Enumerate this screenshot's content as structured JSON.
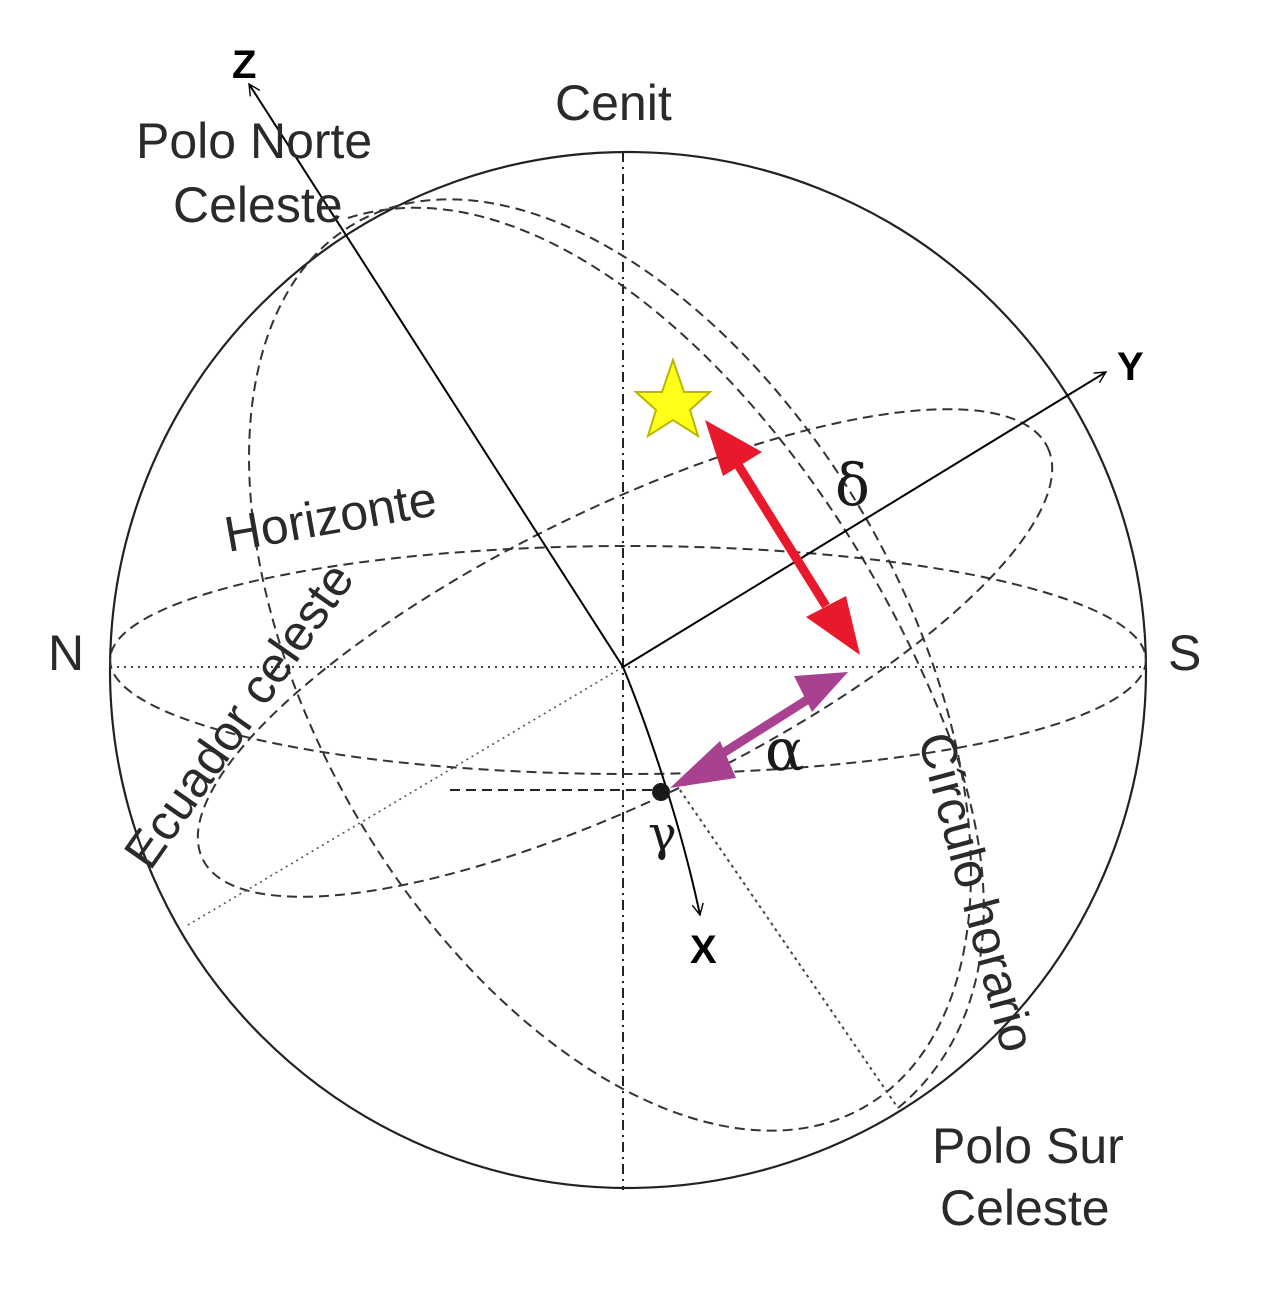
{
  "labels": {
    "zenith": "Cenit",
    "north_pole_line1": "Polo Norte",
    "north_pole_line2": "Celeste",
    "south_pole_line1": "Polo Sur",
    "south_pole_line2": "Celeste",
    "north": "N",
    "south": "S",
    "horizon": "Horizonte",
    "celestial_equator": "Ecuador celeste",
    "hour_circle": "Círculo horario",
    "declination": "δ",
    "right_ascension": "α",
    "vernal_point": "γ"
  },
  "axes": {
    "x": "X",
    "y": "Y",
    "z": "Z"
  },
  "colors": {
    "declination_arrow": "#e8192c",
    "right_ascension_arrow": "#a8418f",
    "star_fill": "#ffff1a",
    "star_stroke": "#b8b800",
    "line": "#000000"
  }
}
